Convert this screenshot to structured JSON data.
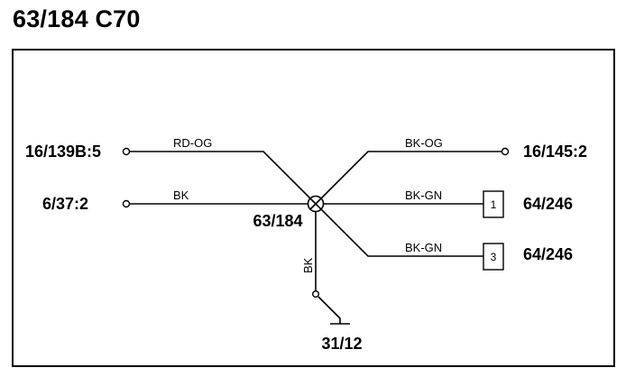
{
  "title": "63/184 C70",
  "splice": {
    "label": "63/184"
  },
  "ground": {
    "label": "31/12",
    "wire_color": "BK"
  },
  "connections": {
    "top_left": {
      "label": "16/139B:5",
      "wire_color": "RD-OG"
    },
    "mid_left": {
      "label": "6/37:2",
      "wire_color": "BK"
    },
    "top_right": {
      "label": "16/145:2",
      "wire_color": "BK-OG"
    },
    "mid_right": {
      "label": "64/246",
      "wire_color": "BK-GN",
      "pin": "1"
    },
    "low_right": {
      "label": "64/246",
      "wire_color": "BK-GN",
      "pin": "3"
    }
  }
}
